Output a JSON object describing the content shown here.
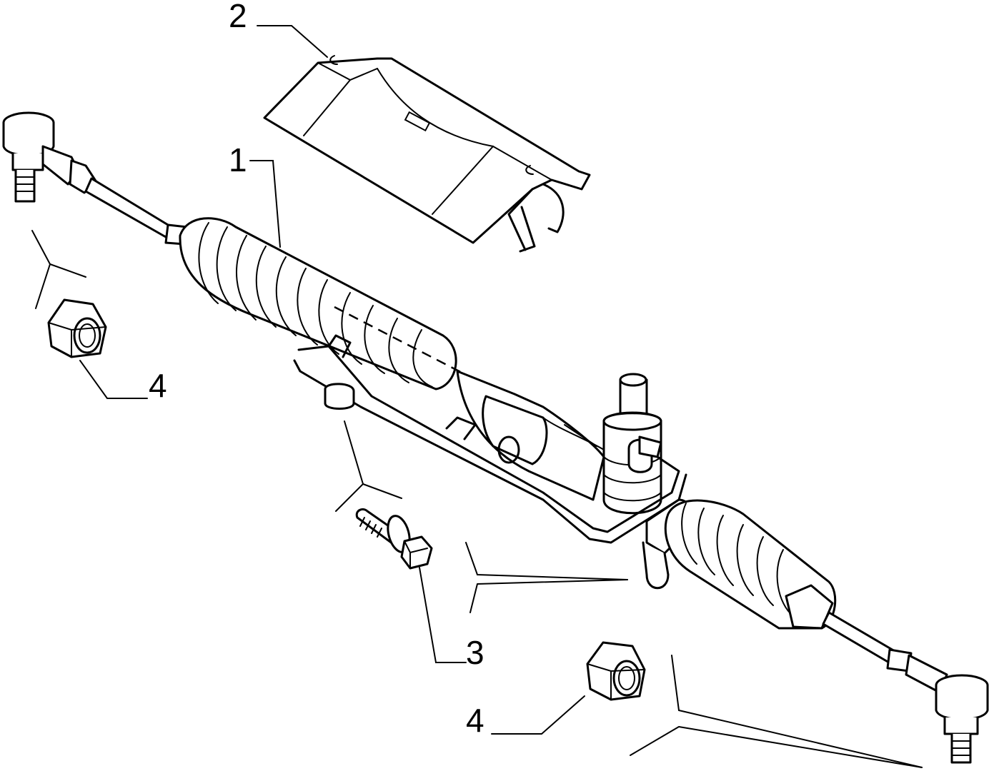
{
  "diagram": {
    "callouts": [
      {
        "id": "part-1",
        "number": "1"
      },
      {
        "id": "part-2",
        "number": "2"
      },
      {
        "id": "part-3",
        "number": "3"
      },
      {
        "id": "part-4-left",
        "number": "4"
      },
      {
        "id": "part-4-bottom",
        "number": "4"
      }
    ]
  }
}
